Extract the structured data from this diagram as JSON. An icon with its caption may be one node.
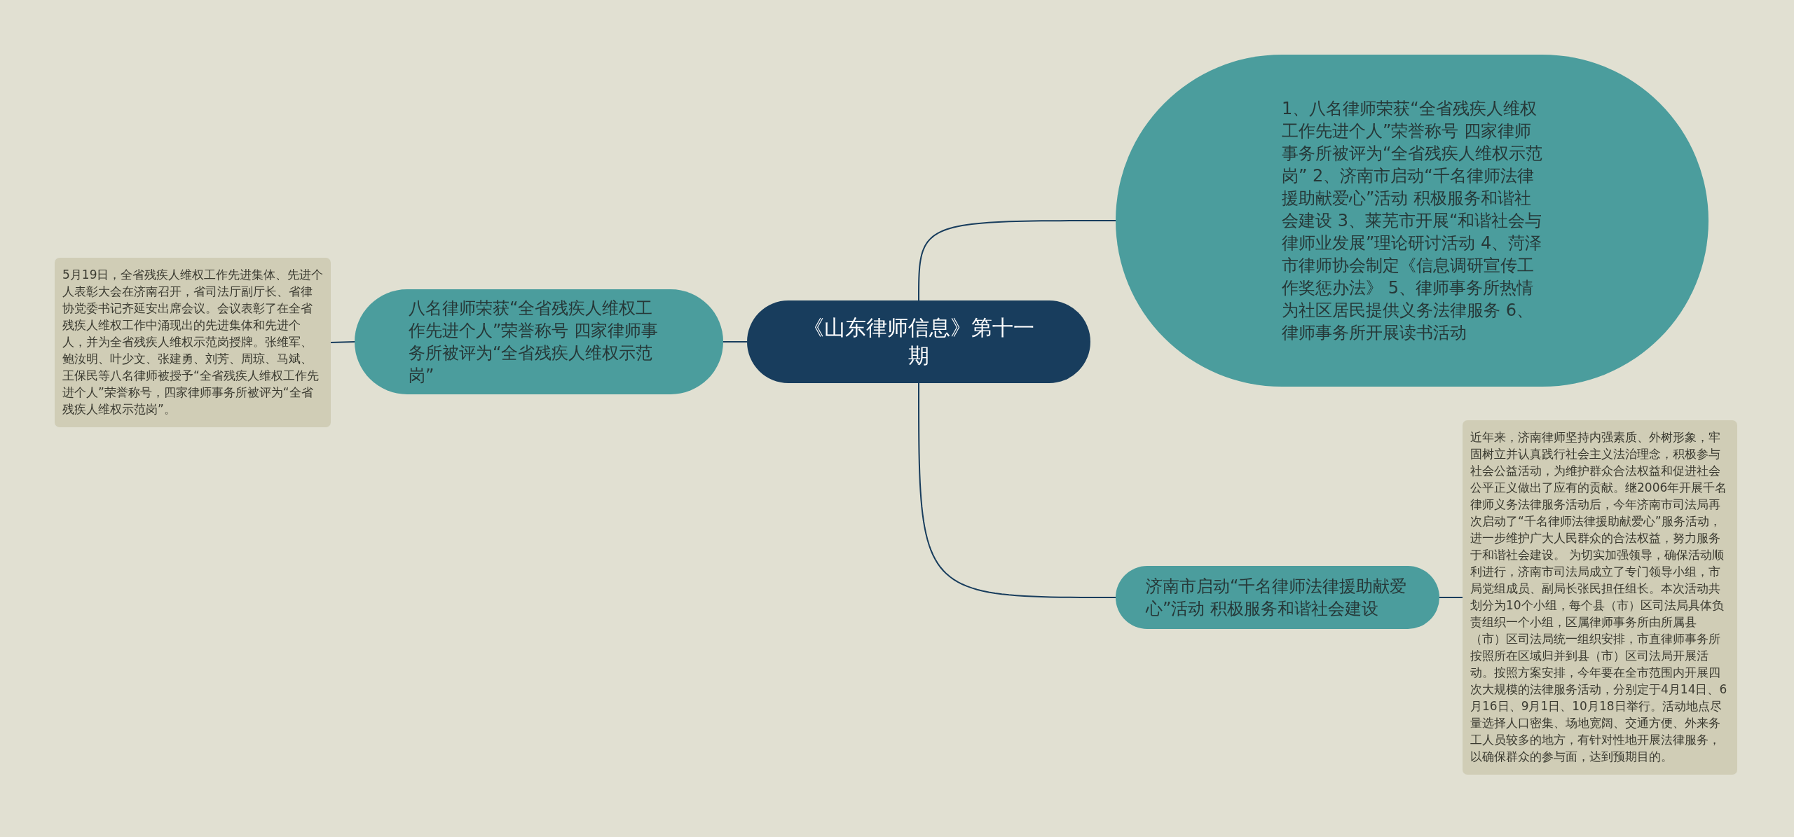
{
  "diagram": {
    "nodes": [
      {
        "text": [
          "《山东律师信息》第十一期"
        ]
      },
      {
        "text": [
          "八名律师荣获“全省残疾人维权工作先进个人”荣誉称号 四家律师事务所被评为“全省残疾人维权示范岗”"
        ]
      },
      {
        "text": [
          "5月19日，全省残疾人维权工作先进集体、先进个人表彰大会在济南召开，省司法厅副厅长、省律协党委书记齐延安出席会议。会议表彰了在全省残疾人维权工作中涌现出的先进集体和先进个人，并为全省残疾人维权示范岗授牌。张维军、鲍汝明、叶少文、张建勇、刘芳、周琼、马斌、王保民等八名律师被授予“全省残疾人维权工作先进个人”荣誉称号，四家律师事务所被评为“全省残疾人维权示范岗”。"
        ]
      },
      {
        "text": [
          "1、八名律师荣获“全省残疾人维权工作先进个人”荣誉称号 四家律师事务所被评为“全省残疾人维权示范岗” 2、济南市启动“千名律师法律援助献爱心”活动 积极服务和谐社会建设 3、莱芜市开展“和谐社会与律师业发展”理论研讨活动 4、菏泽市律师协会制定《信息调研宣传工作奖惩办法》 5、律师事务所热情为社区居民提供义务法律服务 6、律师事务所开展读书活动"
        ]
      },
      {
        "text": [
          "济南市启动“千名律师法律援助献爱心”活动 积极服务和谐社会建设"
        ]
      },
      {
        "text": [
          "近年来，济南律师坚持内强素质、外树形象，牢固树立并认真践行社会主义法治理念，积极参与社会公益活动，为维护群众合法权益和促进社会公平正义做出了应有的贡献。继2006年开展千名律师义务法律服务活动后，今年济南市司法局再次启动了“千名律师法律援助献爱心”服务活动，进一步维护广大人民群众的合法权益，努力服务于和谐社会建设。 为切实加强领导，确保活动顺利进行，济南市司法局成立了专门领导小组，市局党组成员、副局长张民担任组长。本次活动共划分为10个小组，每个县（市）区司法局具体负责组织一个小组，区属律师事务所由所属县（市）区司法局统一组织安排，市直律师事务所按照所在区域归并到县（市）区司法局开展活动。按照方案安排，今年要在全市范围内开展四次大规模的法律服务活动，分别定于4月14日、6月16日、9月1日、10月18日举行。活动地点尽量选择人口密集、场地宽阔、交通方便、外来务工人员较多的地方，有针对性地开展法律服务，以确保群众的参与面，达到预期目的。"
        ]
      }
    ],
    "edges": [
      {
        "from": 0,
        "to": 1,
        "arrow": "none"
      },
      {
        "from": 1,
        "to": 2,
        "arrow": "none"
      },
      {
        "from": 0,
        "to": 3,
        "arrow": "none"
      },
      {
        "from": 0,
        "to": 4,
        "arrow": "none"
      },
      {
        "from": 4,
        "to": 5,
        "arrow": "none"
      }
    ]
  }
}
